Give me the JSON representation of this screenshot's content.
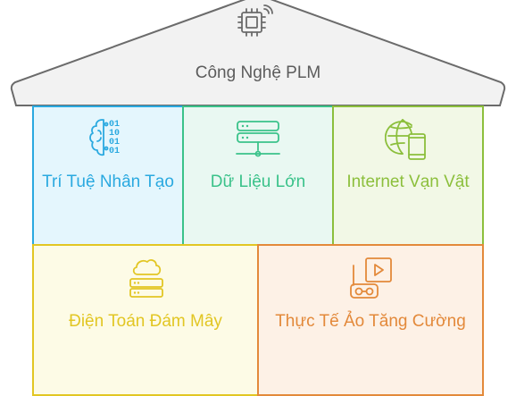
{
  "roof": {
    "title": "Công Nghệ PLM",
    "icon": "iot-chip-icon"
  },
  "cells": [
    {
      "label": "Trí Tuệ Nhân Tạo",
      "icon": "ai-brain-icon",
      "colors": {
        "fill": "#e4f6fd",
        "stroke": "#2aa9e0",
        "text": "#2aa9e0"
      }
    },
    {
      "label": "Dữ Liệu Lớn",
      "icon": "database-server-icon",
      "colors": {
        "fill": "#e9f8f2",
        "stroke": "#3ac28a",
        "text": "#3ac28a"
      }
    },
    {
      "label": "Internet Vạn Vật",
      "icon": "globe-phone-icon",
      "colors": {
        "fill": "#f2f8e6",
        "stroke": "#8cbf3c",
        "text": "#8cbf3c"
      }
    },
    {
      "label": "Điện Toán Đám Mây",
      "icon": "cloud-server-icon",
      "colors": {
        "fill": "#fdfbe6",
        "stroke": "#e2c623",
        "text": "#e2c623"
      }
    },
    {
      "label": "Thực Tế Ảo Tăng Cường",
      "icon": "vr-headset-video-icon",
      "colors": {
        "fill": "#fdf1e6",
        "stroke": "#e3893a",
        "text": "#e3893a"
      }
    }
  ]
}
